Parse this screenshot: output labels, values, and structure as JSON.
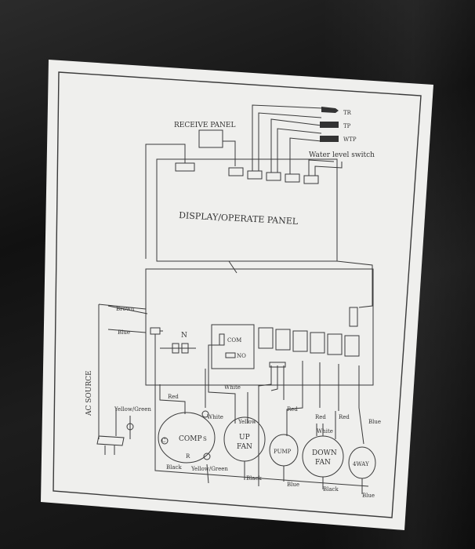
{
  "diagram": {
    "receive_panel": "RECEIVE PANEL",
    "display_panel": "DISPLAY/OPERATE PANEL",
    "sensor_tr": "TR",
    "sensor_tp": "TP",
    "sensor_wtp": "WTP",
    "water_level_switch": "Water level switch",
    "ac_source": "AC SOURCE",
    "neutral": "N",
    "com": "COM",
    "no": "NO",
    "wire_brown": "Brown",
    "wire_blue": "Blue",
    "wire_yellow_green": "Yellow/Green",
    "wire_red": "Red",
    "wire_white": "White",
    "wire_yellow": "Yellow",
    "wire_black": "Black",
    "comp": "COMP",
    "up_fan_1": "UP",
    "up_fan_2": "FAN",
    "pump": "PUMP",
    "down_fan_1": "DOWN",
    "down_fan_2": "FAN",
    "four_way": "4WAY",
    "c": "C",
    "s": "S",
    "r": "R"
  },
  "colors": {
    "label": "#efefed",
    "ink": "#3a3a3a",
    "background": "#151515"
  }
}
